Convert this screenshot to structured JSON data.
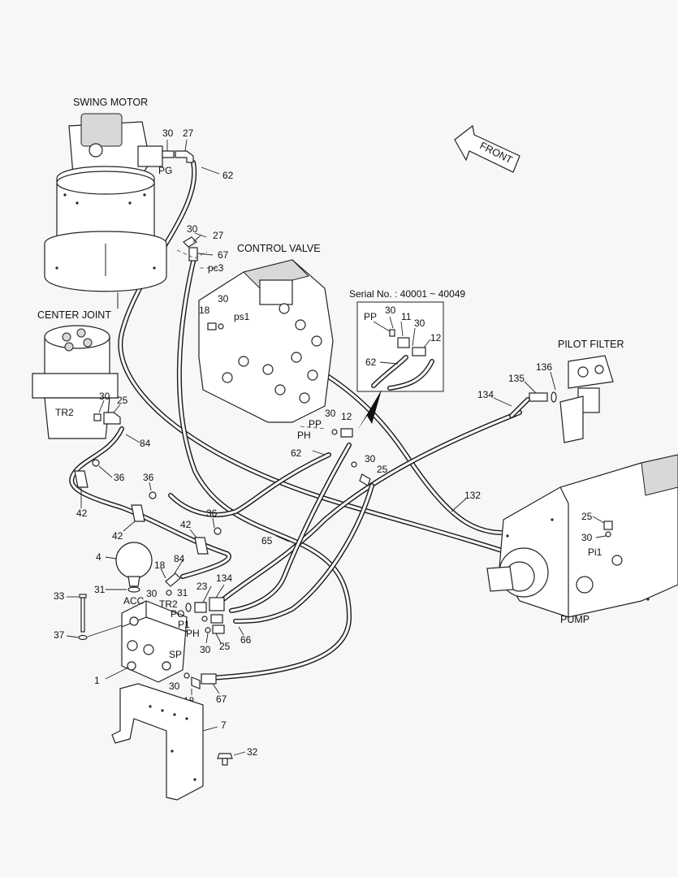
{
  "components": {
    "swing_motor": "SWING MOTOR",
    "control_valve": "CONTROL VALVE",
    "center_joint": "CENTER JOINT",
    "pilot_filter": "PILOT FILTER",
    "pump": "PUMP",
    "front": "FRONT"
  },
  "serial_note": "Serial No. : 40001 ~ 40049",
  "ports": {
    "pg": "PG",
    "pc3": "pc3",
    "ps1": "ps1",
    "pp": "PP",
    "ph": "PH",
    "tr2": "TR2",
    "acc": "ACC",
    "po": "PO",
    "p1": "P1",
    "sp": "SP",
    "pi1": "Pi1"
  },
  "parts": {
    "p1": "1",
    "p4": "4",
    "p7": "7",
    "p11": "11",
    "p12": "12",
    "p18": "18",
    "p23": "23",
    "p25": "25",
    "p27": "27",
    "p30": "30",
    "p31": "31",
    "p32": "32",
    "p33": "33",
    "p36": "36",
    "p37": "37",
    "p42": "42",
    "p62": "62",
    "p65": "65",
    "p66": "66",
    "p67": "67",
    "p84": "84",
    "p132": "132",
    "p134": "134",
    "p135": "135",
    "p136": "136"
  },
  "colors": {
    "line": "#1a1a1a",
    "background": "#f7f7f7"
  }
}
